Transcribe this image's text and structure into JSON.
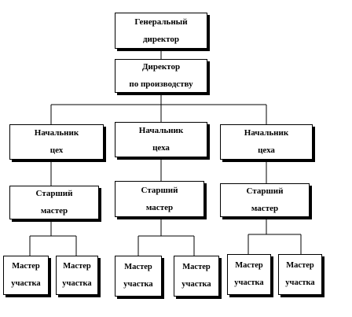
{
  "nodes": {
    "general_director": {
      "line1": "Генеральный",
      "line2": "директор"
    },
    "production_director": {
      "line1": "Директор",
      "line2": "по производству"
    },
    "head_shop_1": {
      "line1": "Начальник",
      "line2": "цех"
    },
    "head_shop_2": {
      "line1": "Начальник",
      "line2": "цеха"
    },
    "head_shop_3": {
      "line1": "Начальник",
      "line2": "цеха"
    },
    "senior_master_1": {
      "line1": "Старший",
      "line2": "мастер"
    },
    "senior_master_2": {
      "line1": "Старший",
      "line2": "мастер"
    },
    "senior_master_3": {
      "line1": "Старший",
      "line2": "мастер"
    },
    "section_master_1": {
      "line1": "Мастер",
      "line2": "участка"
    },
    "section_master_2": {
      "line1": "Мастер",
      "line2": "участка"
    },
    "section_master_3": {
      "line1": "Мастер",
      "line2": "участка"
    },
    "section_master_4": {
      "line1": "Мастер",
      "line2": "участка"
    },
    "section_master_5": {
      "line1": "Мастер",
      "line2": "участка"
    },
    "section_master_6": {
      "line1": "Мастер",
      "line2": "участка"
    }
  }
}
